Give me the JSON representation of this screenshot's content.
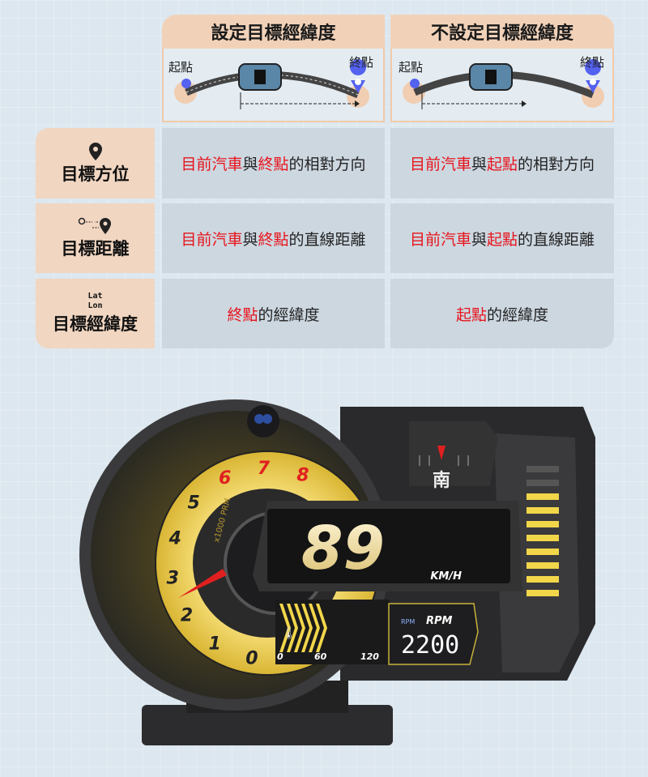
{
  "table": {
    "columns": [
      {
        "title": "設定目標經緯度",
        "start": "起點",
        "end": "終點"
      },
      {
        "title": "不設定目標經緯度",
        "start": "起點",
        "end": "終點"
      }
    ],
    "rows": [
      {
        "label": "目標方位",
        "icon": "location-pin-icon",
        "cells": [
          {
            "a": "目前汽車",
            "b": "與",
            "c": "終點",
            "d": "的相對方向"
          },
          {
            "a": "目前汽車",
            "b": "與",
            "c": "起點",
            "d": "的相對方向"
          }
        ]
      },
      {
        "label": "目標距離",
        "icon": "route-distance-icon",
        "cells": [
          {
            "a": "目前汽車",
            "b": "與",
            "c": "終點",
            "d": "的直線距離"
          },
          {
            "a": "目前汽車",
            "b": "與",
            "c": "起點",
            "d": "的直線距離"
          }
        ]
      },
      {
        "label": "目標經緯度",
        "icon_text": [
          "Lat",
          "Lon"
        ],
        "cells": [
          {
            "a": "",
            "b": "",
            "c": "終點",
            "d": "的經緯度"
          },
          {
            "a": "",
            "b": "",
            "c": "起點",
            "d": "的經緯度"
          }
        ]
      }
    ]
  },
  "device": {
    "speed": "89",
    "speed_unit": "KM/H",
    "compass": "南",
    "rpm_label": "RPM",
    "rpm_icon_text": "RPM",
    "rpm_value": "2200",
    "dial_label": "x1000 PRM",
    "dial_ticks": [
      "0",
      "1",
      "2",
      "3",
      "4",
      "5",
      "6",
      "7",
      "8"
    ],
    "temp_ticks": [
      "0",
      "60",
      "120"
    ],
    "accent": "#f2d64a",
    "redline": "#e02020"
  }
}
